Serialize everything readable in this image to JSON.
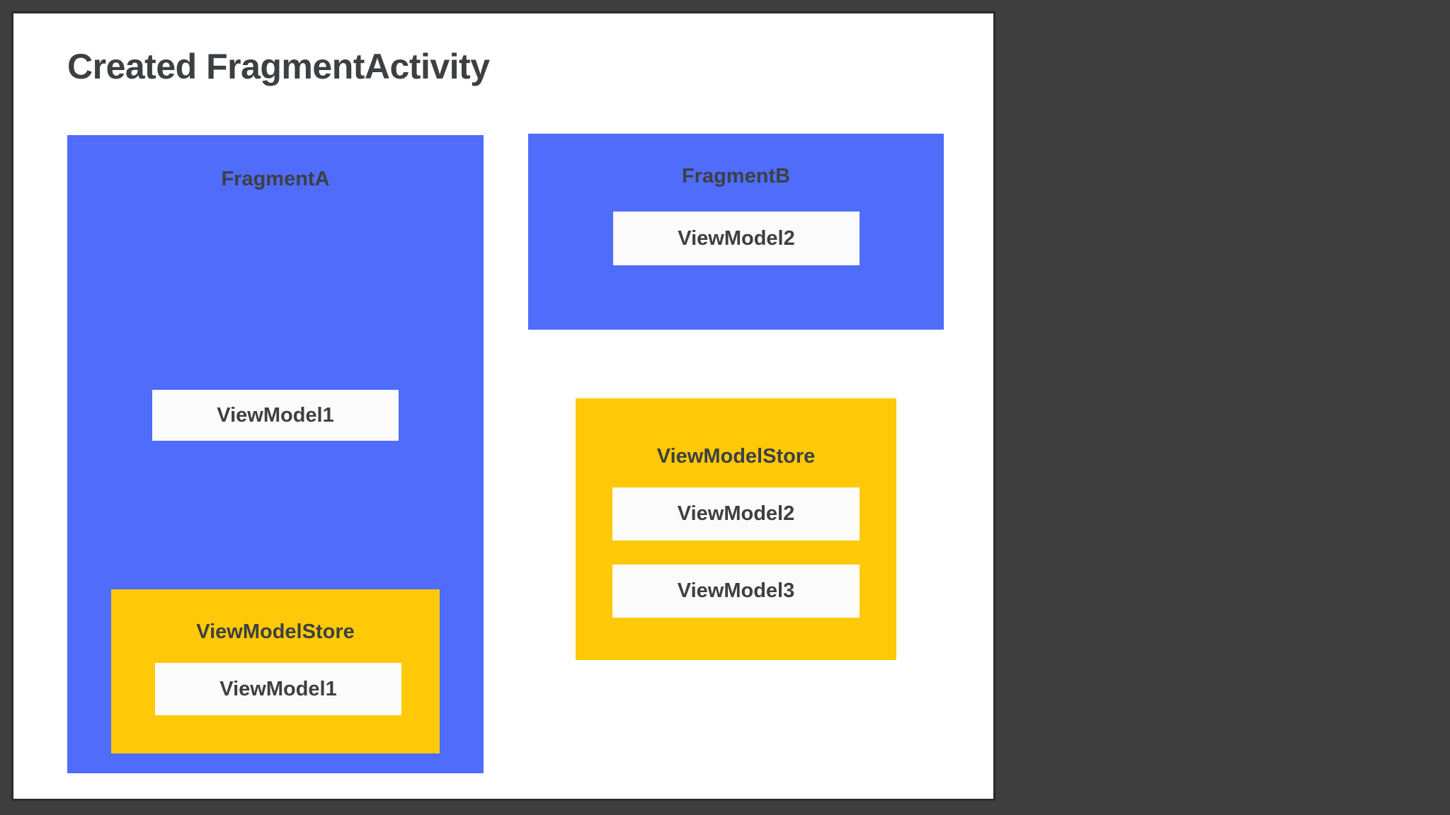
{
  "diagram": {
    "title": "Created FragmentActivity",
    "background_color": "#3e3e3e",
    "canvas_color": "#ffffff",
    "fragment_color": "#4f6cfb",
    "store_color": "#ffc907",
    "viewmodel_color": "#fbfbfb",
    "text_color": "#3c4043"
  },
  "fragment_a": {
    "label": "FragmentA",
    "viewmodel": {
      "label": "ViewModel1"
    },
    "store": {
      "label": "ViewModelStore",
      "viewmodels": [
        {
          "label": "ViewModel1"
        }
      ]
    }
  },
  "fragment_b": {
    "label": "FragmentB",
    "viewmodel": {
      "label": "ViewModel2"
    }
  },
  "activity_store": {
    "label": "ViewModelStore",
    "viewmodels": [
      {
        "label": "ViewModel2"
      },
      {
        "label": "ViewModel3"
      }
    ]
  }
}
